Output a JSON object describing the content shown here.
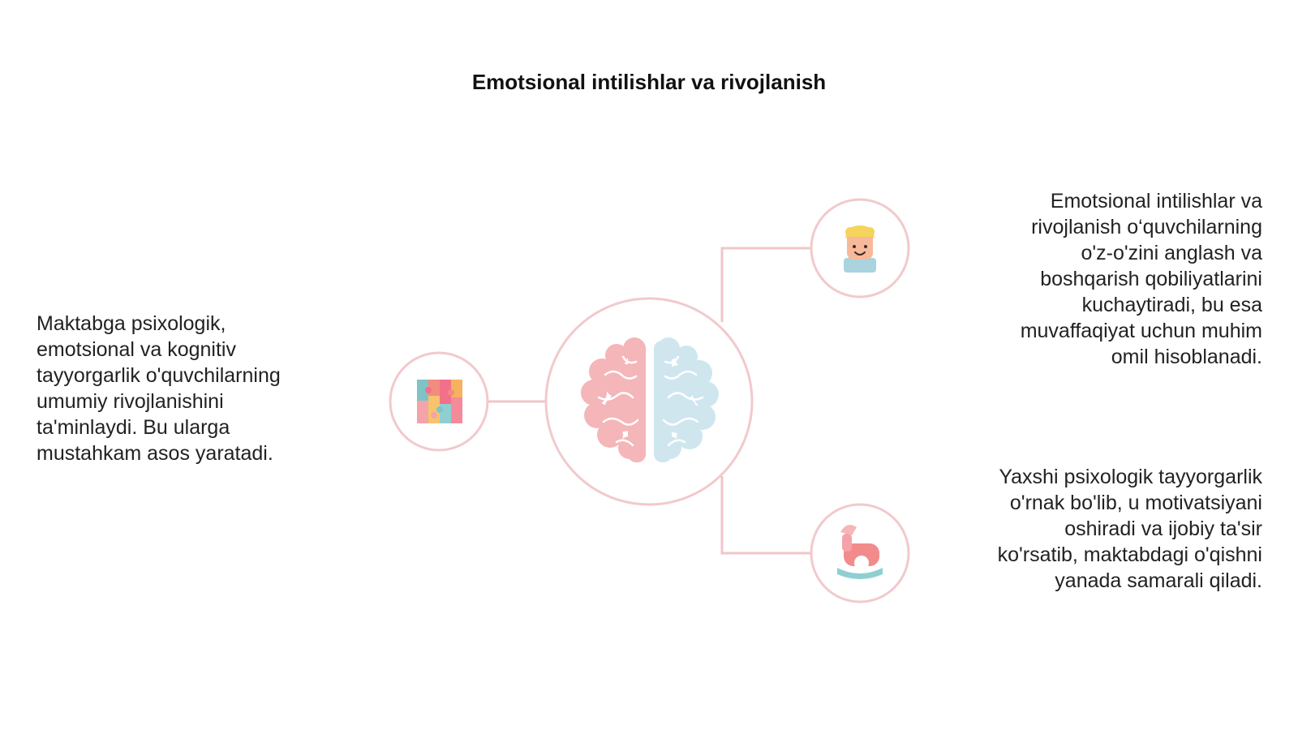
{
  "title": "Emotsional intilishlar va rivojlanish",
  "nodes": {
    "center": {
      "icon": "brain-icon"
    },
    "left": {
      "icon": "puzzle-icon",
      "lines": [
        "Maktabga psixologik,",
        "emotsional va kognitiv",
        "tayyorgarlik o'quvchilarning",
        "umumiy rivojlanishini",
        "ta'minlaydi. Bu ularga",
        "mustahkam asos yaratadi."
      ]
    },
    "top_right": {
      "icon": "child-face-icon",
      "lines": [
        "Emotsional intilishlar va",
        "rivojlanish o‘quvchilarning",
        "o'z-o'zini anglash va",
        "boshqarish qobiliyatlarini",
        "kuchaytiradi, bu esa",
        "muvaffaqiyat uchun muhim",
        "omil hisoblanadi."
      ]
    },
    "bottom_right": {
      "icon": "rocking-horse-icon",
      "lines": [
        "Yaxshi psixologik tayyorgarlik",
        "o'rnak bo'lib, u motivatsiyani",
        "oshiradi va ijobiy ta'sir",
        "ko'rsatib, maktabdagi o'qishni",
        "yanada samarali qiladi."
      ]
    }
  },
  "colors": {
    "ring": "#f2c9cc",
    "connector": "#f0c6c8",
    "brain_left": "#f4b6b8",
    "brain_right": "#cfe6ef"
  }
}
